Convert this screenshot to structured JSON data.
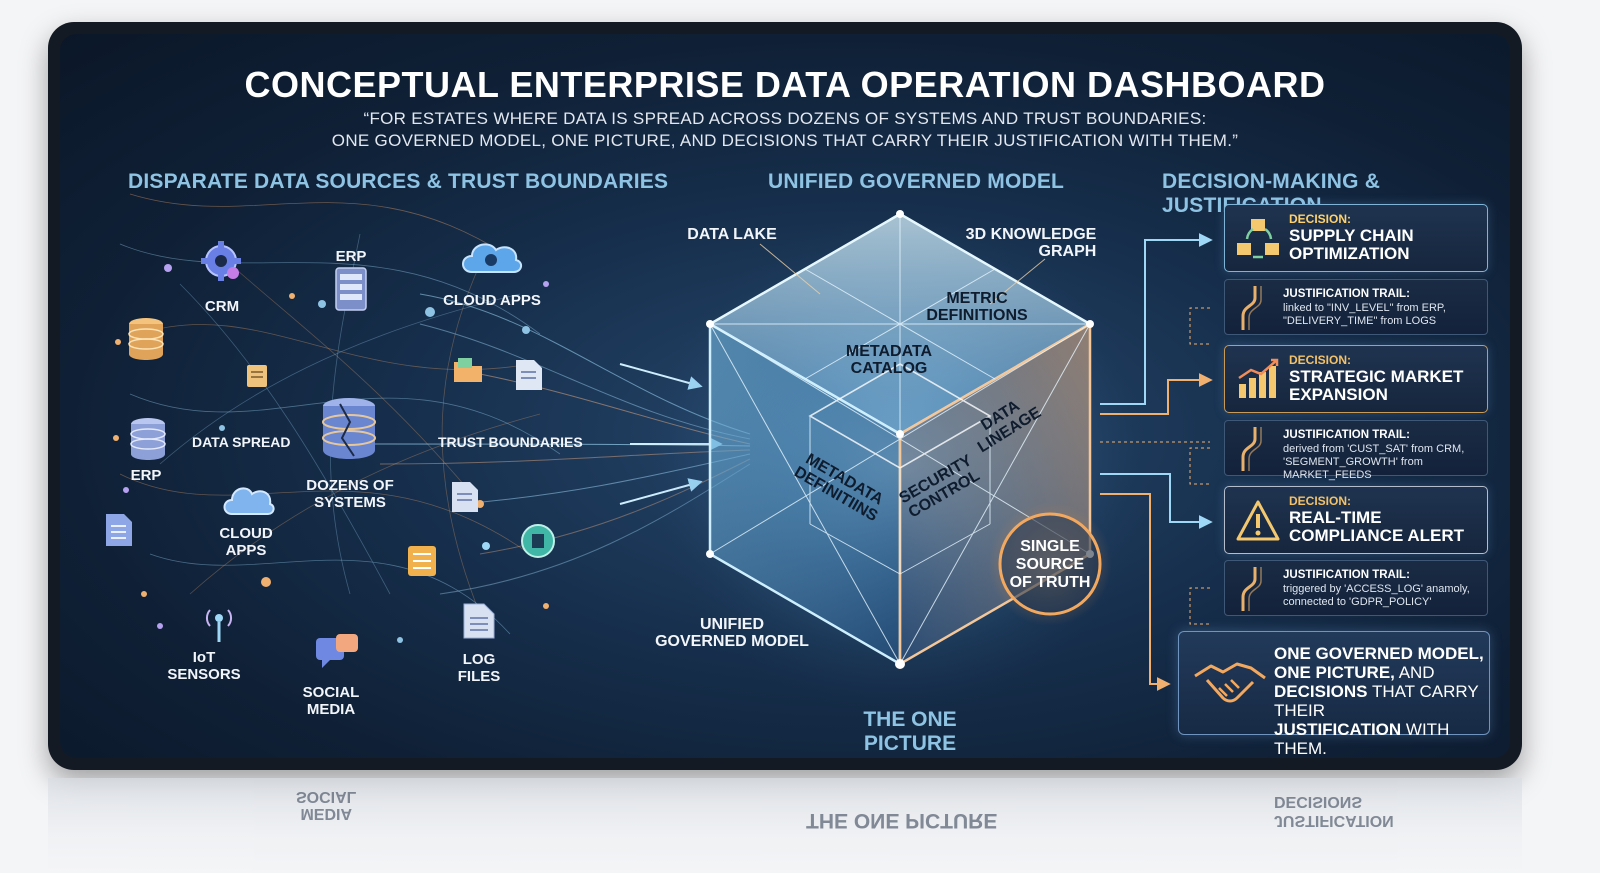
{
  "title": "CONCEPTUAL ENTERPRISE DATA OPERATION DASHBOARD",
  "subtitle_line1": "“FOR ESTATES WHERE DATA IS SPREAD ACROSS DOZENS OF SYSTEMS AND TRUST BOUNDARIES:",
  "subtitle_line2": "ONE GOVERNED MODEL, ONE PICTURE, AND DECISIONS THAT CARRY THEIR JUSTIFICATION WITH THEM.”",
  "columns": {
    "left": "DISPARATE DATA SOURCES & TRUST BOUNDARIES",
    "center": "UNIFIED GOVERNED MODEL",
    "right": "DECISION-MAKING & JUSTIFICATION"
  },
  "sources": {
    "crm": "CRM",
    "erp_top": "ERP",
    "cloud_apps_top": "CLOUD APPS",
    "erp_left": "ERP",
    "data_spread": "DATA SPREAD",
    "dozens_line1": "DOZENS OF",
    "dozens_line2": "SYSTEMS",
    "trust_boundaries": "TRUST BOUNDARIES",
    "cloud_apps_line1": "CLOUD",
    "cloud_apps_line2": "APPS",
    "iot_line1": "IoT",
    "iot_line2": "SENSORS",
    "social_line1": "SOCIAL",
    "social_line2": "MEDIA",
    "log_line1": "LOG",
    "log_line2": "FILES"
  },
  "model": {
    "data_lake": "DATA LAKE",
    "kg_line1": "3D KNOWLEDGE",
    "kg_line2": "GRAPH",
    "metric_line1": "METRIC",
    "metric_line2": "DEFINITIONS",
    "catalog_line1": "METADATA",
    "catalog_line2": "CATALOG",
    "lineage_line1": "DATA",
    "lineage_line2": "LINEAGE",
    "security_line1": "SECURITY",
    "security_line2": "CONTROL",
    "metadef_line1": "METADATA",
    "metadef_line2": "DEFINITIINS",
    "truth_line1": "SINGLE",
    "truth_line2": "SOURCE",
    "truth_line3": "OF TRUTH",
    "ugm_line1": "UNIFIED",
    "ugm_line2": "GOVERNED MODEL",
    "one_picture": "THE ONE PICTURE"
  },
  "decisions": [
    {
      "kicker": "DECISION:",
      "line1": "SUPPLY CHAIN",
      "line2": "OPTIMIZATION",
      "trail_kicker": "JUSTIFICATION TRAIL:",
      "trail_line1": "linked to \"INV_LEVEL\" from ERP,",
      "trail_line2": "\"DELIVERY_TIME\" from LOGS"
    },
    {
      "kicker": "DECISION:",
      "line1": "STRATEGIC MARKET",
      "line2": "EXPANSION",
      "trail_kicker": "JUSTIFICATION TRAIL:",
      "trail_line1": "derived from 'CUST_SAT' from CRM,",
      "trail_line2": "'SEGMENT_GROWTH' from MARKET_FEEDS"
    },
    {
      "kicker": "DECISION:",
      "line1": "REAL-TIME",
      "line2": "COMPLIANCE ALERT",
      "trail_kicker": "JUSTIFICATION TRAIL:",
      "trail_line1": "triggered by 'ACCESS_LOG' anamoly,",
      "trail_line2": "connected to 'GDPR_POLICY'"
    }
  ],
  "summary": {
    "l1_bold": "ONE GOVERNED MODEL,",
    "l2_bold": "ONE PICTURE,",
    "l2_rest": " AND",
    "l3_bold": "DECISIONS",
    "l3_rest": " THAT CARRY THEIR",
    "l4_bold": "JUSTIFICATION",
    "l4_rest": " WITH THEM."
  },
  "colors": {
    "panel_bg": "#0f2036",
    "heading_cyan": "#8fc3e3",
    "decision_gold": "#f3c268",
    "glow_orange": "#f0a35a",
    "glow_cyan": "#9fe3ff"
  },
  "icons": [
    "gear-icon",
    "server-icon",
    "cloud-icon",
    "database-icon",
    "document-icon",
    "antenna-icon",
    "chat-icon",
    "folder-icon",
    "network-icon",
    "bar-chart-icon",
    "warning-icon",
    "handshake-icon"
  ]
}
